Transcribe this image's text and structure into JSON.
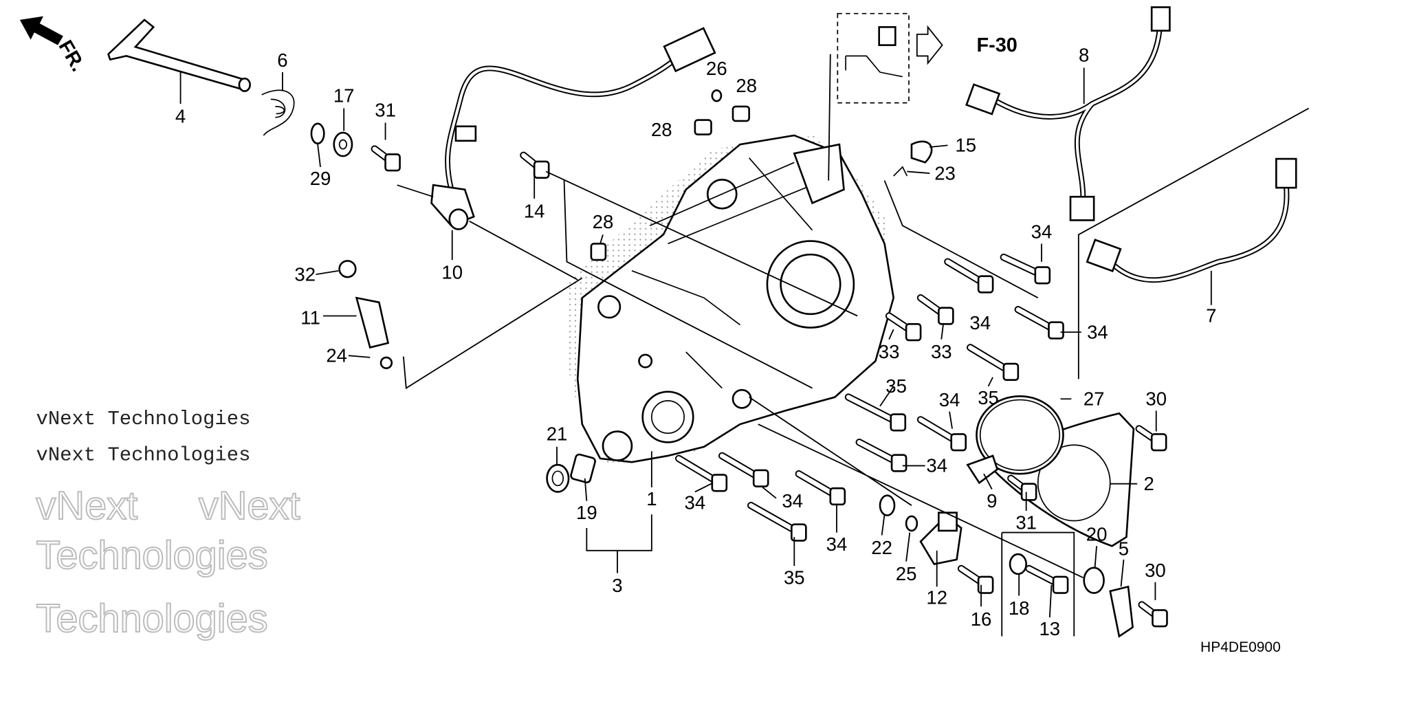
{
  "diagram": {
    "code": "HP4DE0900",
    "front_label": "FR.",
    "reference": "F-30",
    "watermark_small": "vNext Technologies",
    "watermark_big": [
      "vNext",
      "Technologies"
    ],
    "callouts": [
      "4",
      "6",
      "17",
      "31",
      "29",
      "26",
      "28",
      "28",
      "14",
      "28",
      "10",
      "32",
      "11",
      "24",
      "15",
      "23",
      "8",
      "34",
      "7",
      "34",
      "34",
      "33",
      "33",
      "35",
      "34",
      "35",
      "27",
      "30",
      "21",
      "19",
      "1",
      "3",
      "34",
      "34",
      "34",
      "35",
      "34",
      "9",
      "2",
      "31",
      "22",
      "25",
      "12",
      "16",
      "18",
      "13",
      "20",
      "5",
      "30"
    ]
  }
}
